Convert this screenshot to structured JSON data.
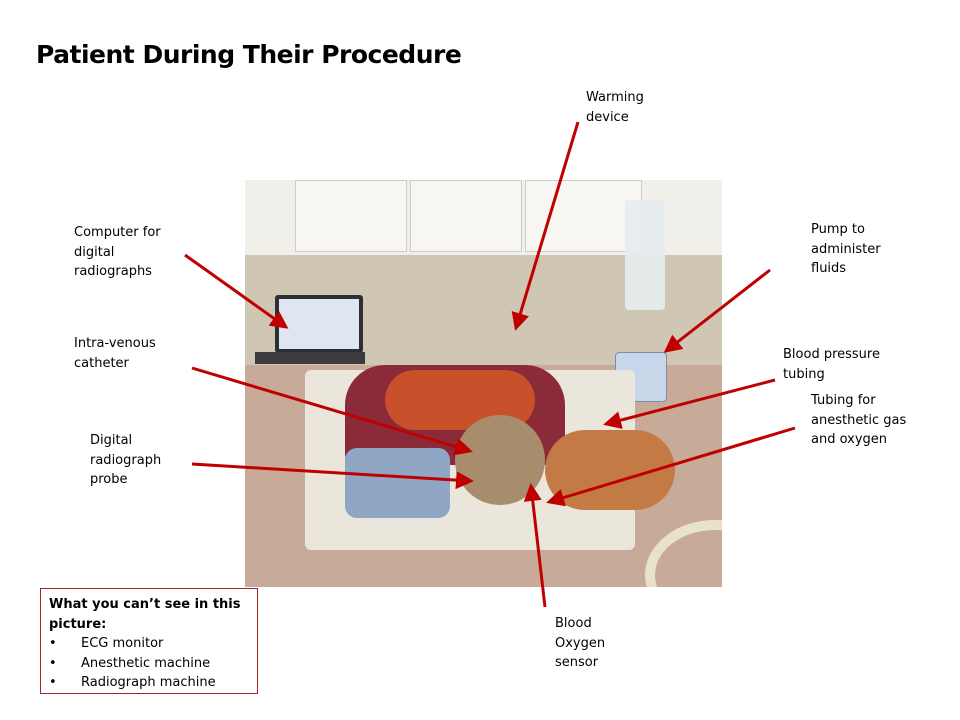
{
  "title": "Patient During Their Procedure",
  "labels": {
    "warming": "Warming\ndevice",
    "computer": "Computer for\ndigital\nradiographs",
    "pump": "Pump to\nadminister\nfluids",
    "catheter": "Intra-venous\ncatheter",
    "bp_tubing": "Blood pressure\ntubing",
    "anesthetic_tubing": "Tubing for\nanesthetic gas\nand oxygen",
    "probe": "Digital\nradiograph\nprobe",
    "oxygen_sensor": "Blood\nOxygen\nsensor"
  },
  "unseen_box": {
    "heading": "What you can’t see in this picture:",
    "items": [
      "ECG monitor",
      "Anesthetic machine",
      "Radiograph machine"
    ]
  },
  "colors": {
    "arrow": "#c00000",
    "box_border": "#a0262a"
  }
}
